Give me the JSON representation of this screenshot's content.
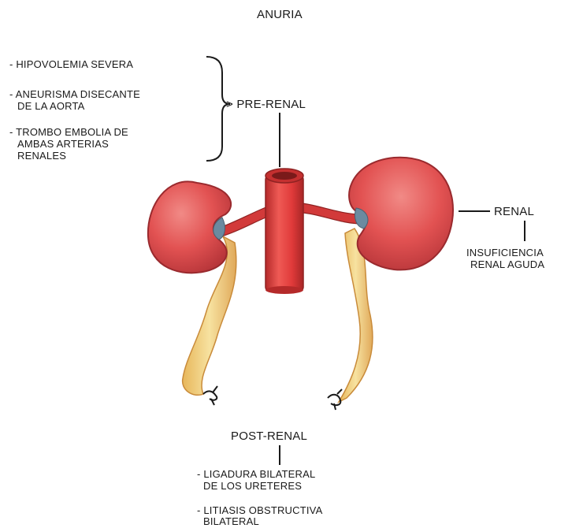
{
  "title": "ANURIA",
  "prerenal": {
    "causes": [
      {
        "lines": [
          "- HIPOVOLEMIA SEVERA"
        ]
      },
      {
        "lines": [
          "- ANEURISMA DISECANTE",
          "DE LA AORTA"
        ]
      },
      {
        "lines": [
          "- TROMBO EMBOLIA DE",
          "AMBAS ARTERIAS",
          "RENALES"
        ]
      }
    ],
    "label": "> PRE-RENAL"
  },
  "renal": {
    "label": "RENAL",
    "cause_lines": [
      "INSUFICIENCIA",
      "RENAL AGUDA"
    ]
  },
  "postrenal": {
    "label": "POST-RENAL",
    "causes": [
      {
        "lines": [
          "- LIGADURA BILATERAL",
          "DE LOS URETERES"
        ]
      },
      {
        "lines": [
          "- LITIASIS OBSTRUCTIVA",
          "BILATERAL"
        ]
      }
    ]
  },
  "colors": {
    "kidney": "#e25252",
    "kidney_dark": "#a92c30",
    "aorta": "#e03a3a",
    "ureter": "#f2d27a",
    "ink": "#1a1a1a"
  }
}
